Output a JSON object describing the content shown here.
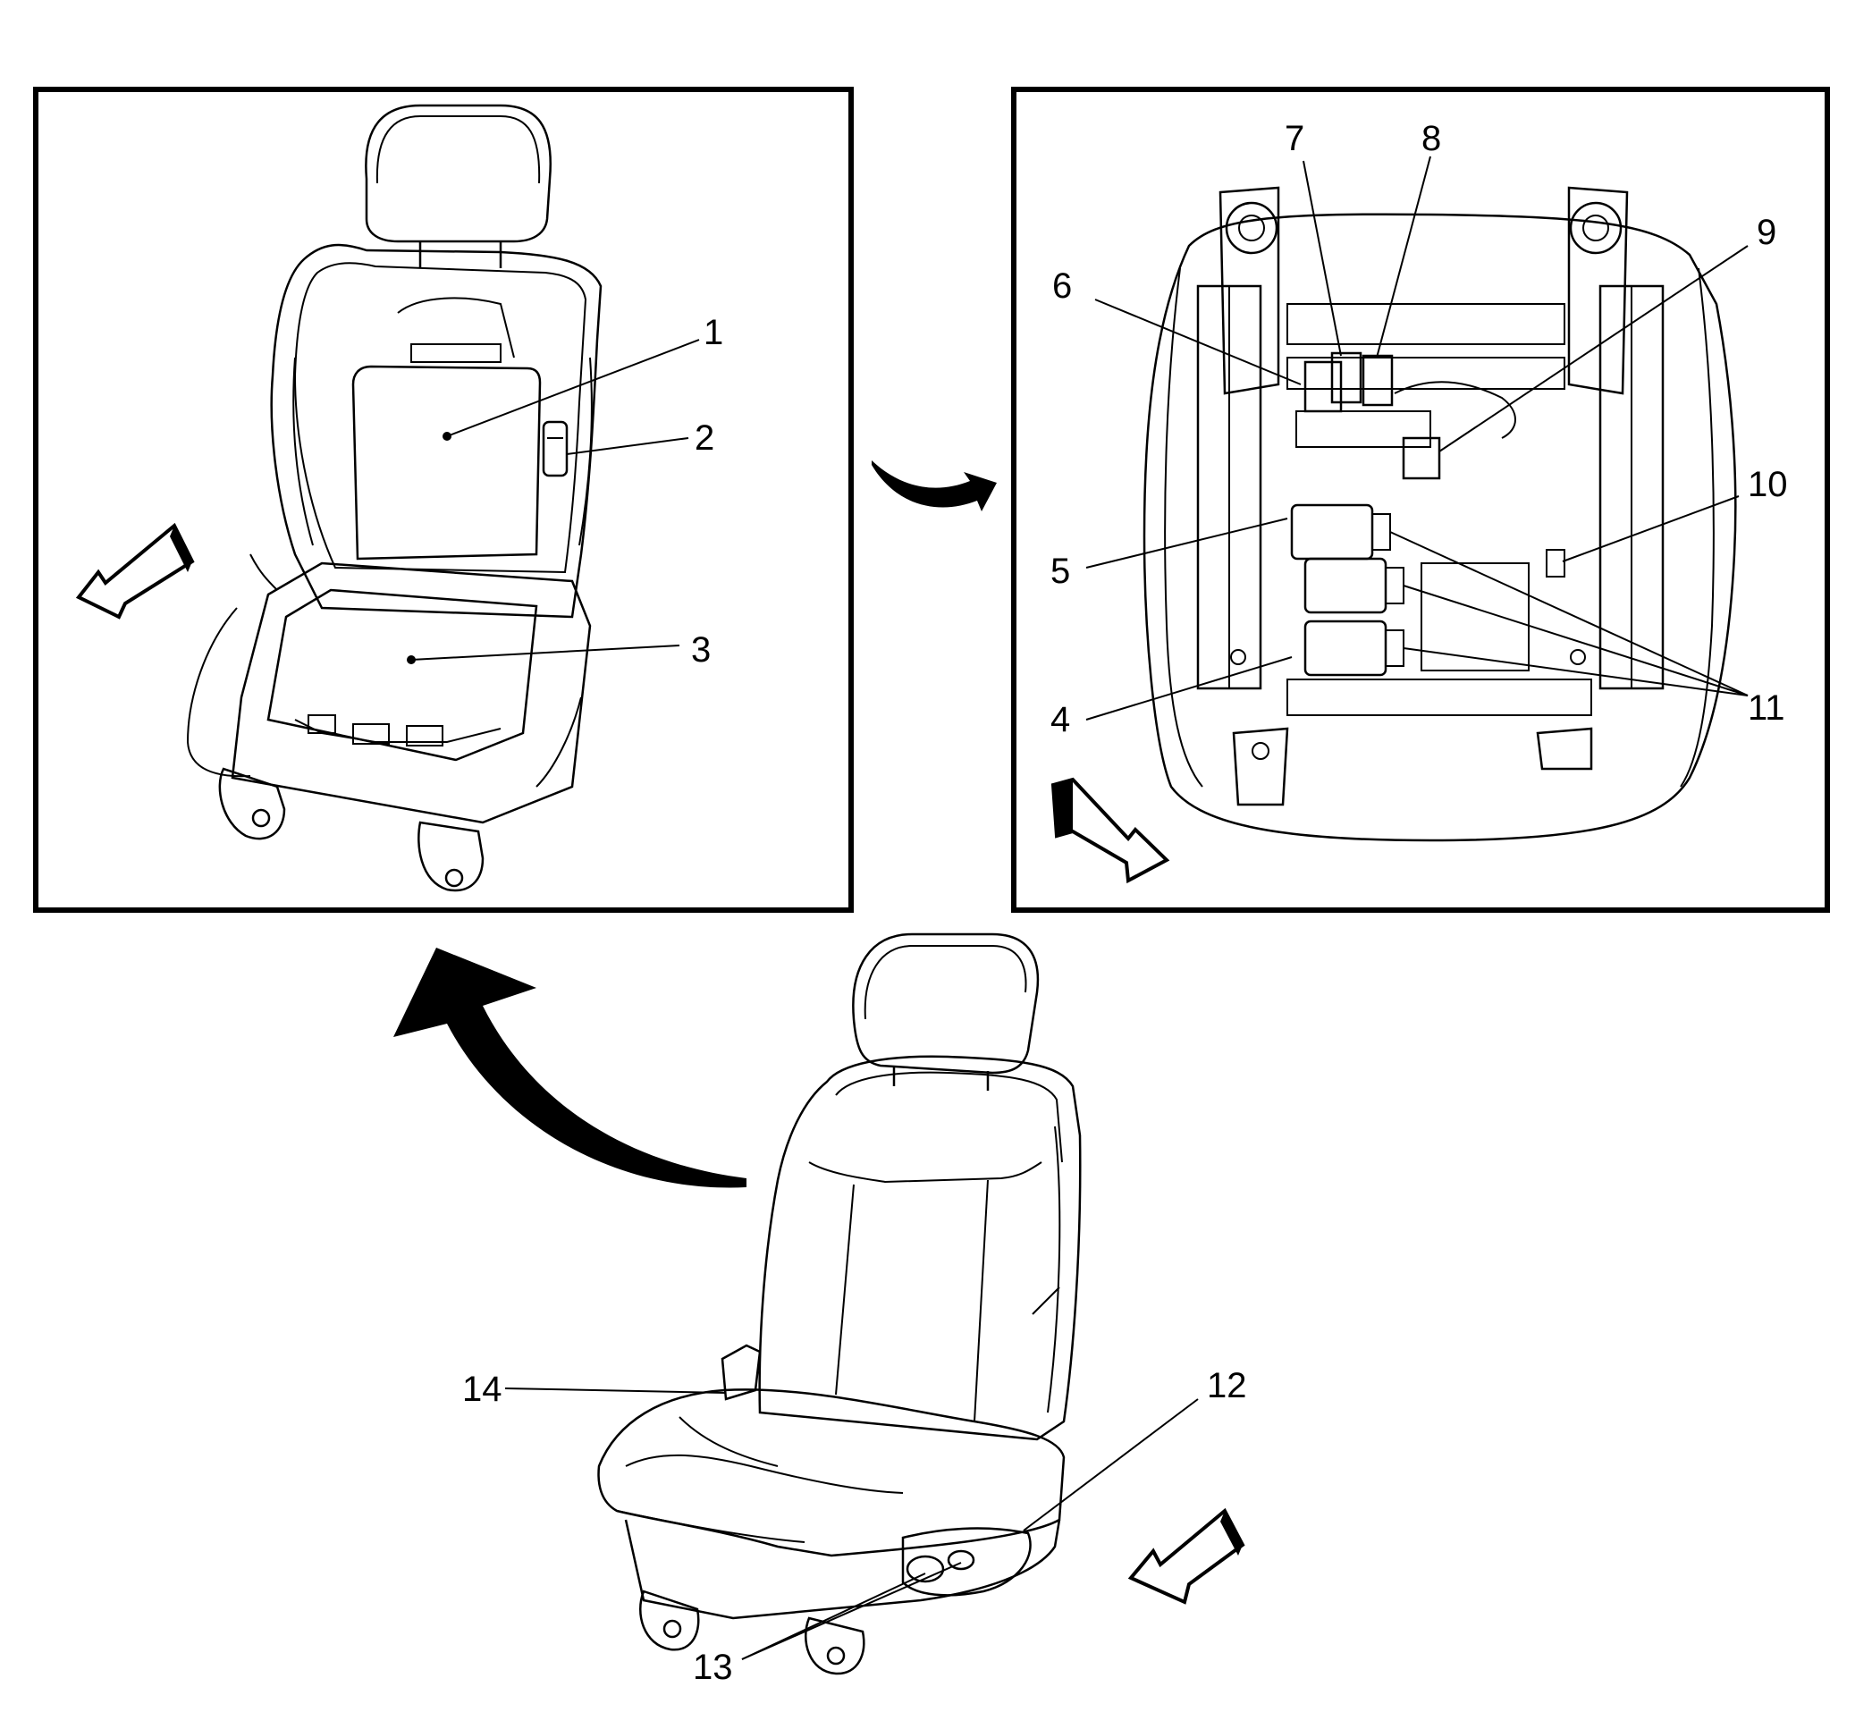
{
  "figure": {
    "background": "#ffffff",
    "ink": "#000000",
    "callouts": [
      {
        "id": "c1",
        "text": "1"
      },
      {
        "id": "c2",
        "text": "2"
      },
      {
        "id": "c3",
        "text": "3"
      },
      {
        "id": "c4",
        "text": "4"
      },
      {
        "id": "c5",
        "text": "5"
      },
      {
        "id": "c6",
        "text": "6"
      },
      {
        "id": "c7",
        "text": "7"
      },
      {
        "id": "c8",
        "text": "8"
      },
      {
        "id": "c9",
        "text": "9"
      },
      {
        "id": "c10",
        "text": "10"
      },
      {
        "id": "c11",
        "text": "11"
      },
      {
        "id": "c12",
        "text": "12"
      },
      {
        "id": "c13",
        "text": "13"
      },
      {
        "id": "c14",
        "text": "14"
      }
    ],
    "panels": [
      {
        "name": "seat-back-and-cushion-frame-view"
      },
      {
        "name": "seat-underside-view"
      },
      {
        "name": "complete-seat-view"
      }
    ]
  }
}
